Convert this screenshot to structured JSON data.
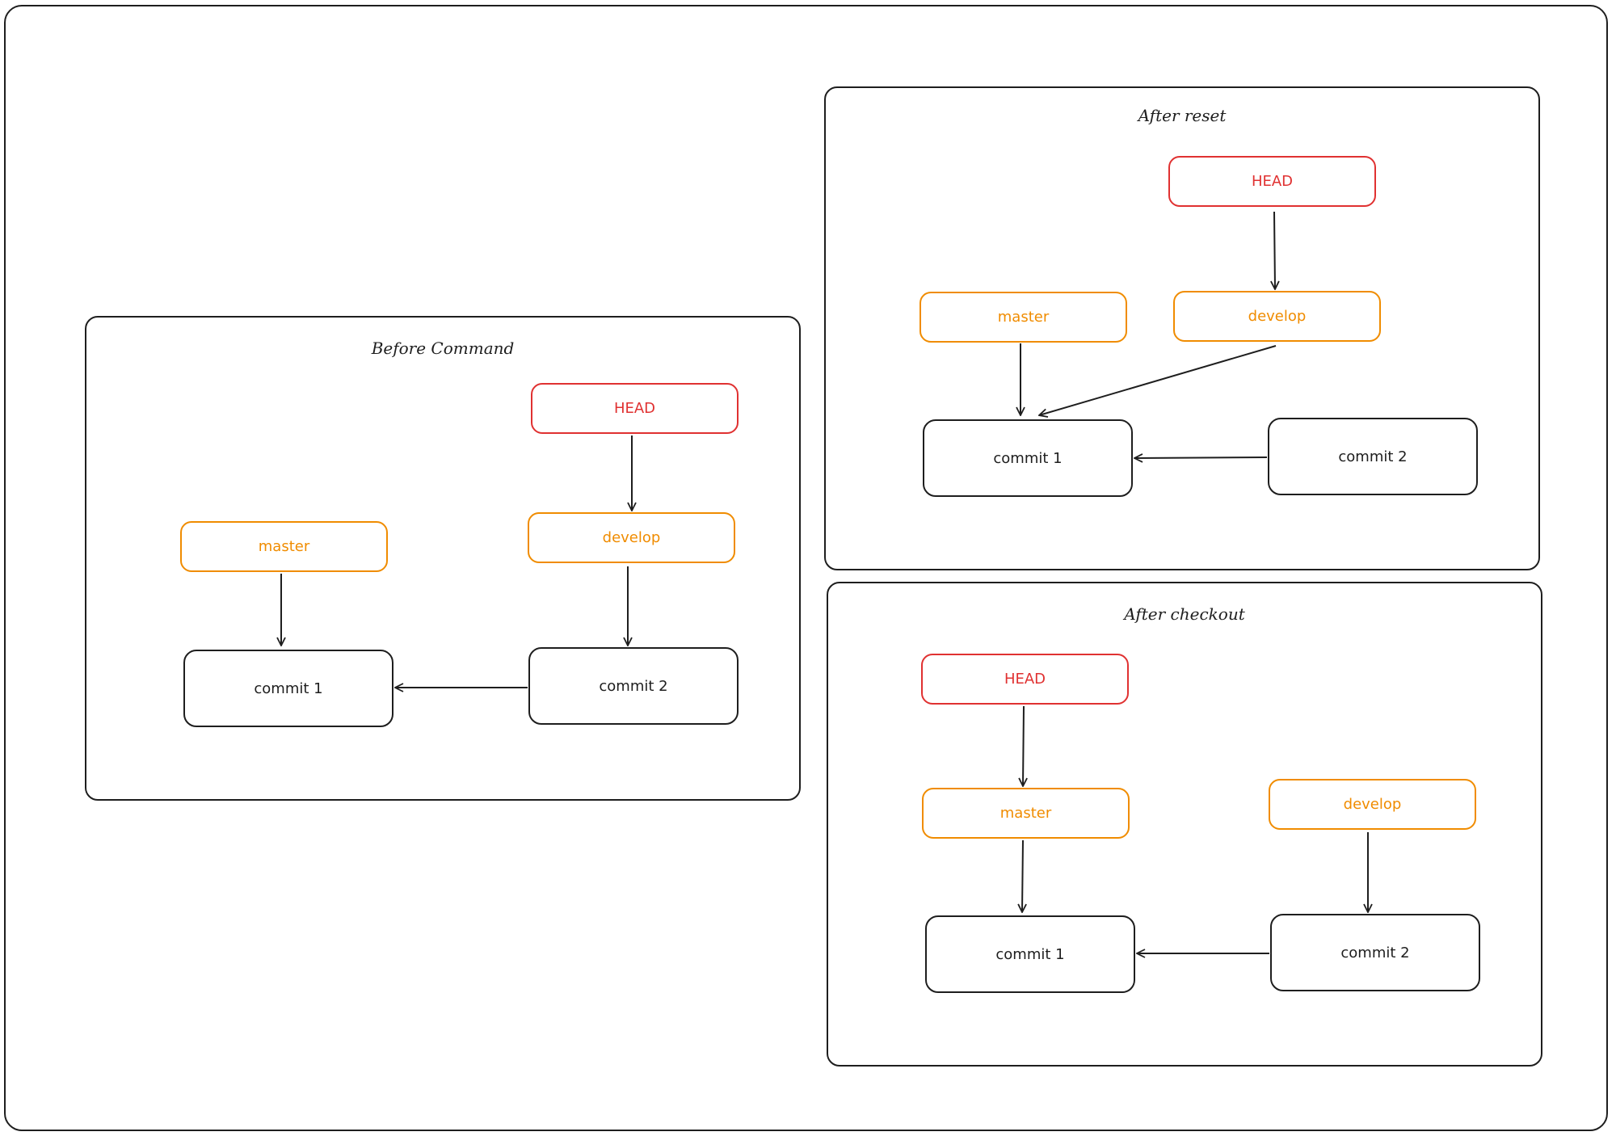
{
  "panels": {
    "before": {
      "title": "Before Command",
      "head": "HEAD",
      "master": "master",
      "develop": "develop",
      "commit1": "commit 1",
      "commit2": "commit 2"
    },
    "reset": {
      "title": "After reset",
      "head": "HEAD",
      "master": "master",
      "develop": "develop",
      "commit1": "commit 1",
      "commit2": "commit 2"
    },
    "checkout": {
      "title": "After checkout",
      "head": "HEAD",
      "master": "master",
      "develop": "develop",
      "commit1": "commit 1",
      "commit2": "commit 2"
    }
  },
  "colors": {
    "head": "#e03131",
    "branch": "#f08c00",
    "stroke": "#1e1e1e"
  }
}
